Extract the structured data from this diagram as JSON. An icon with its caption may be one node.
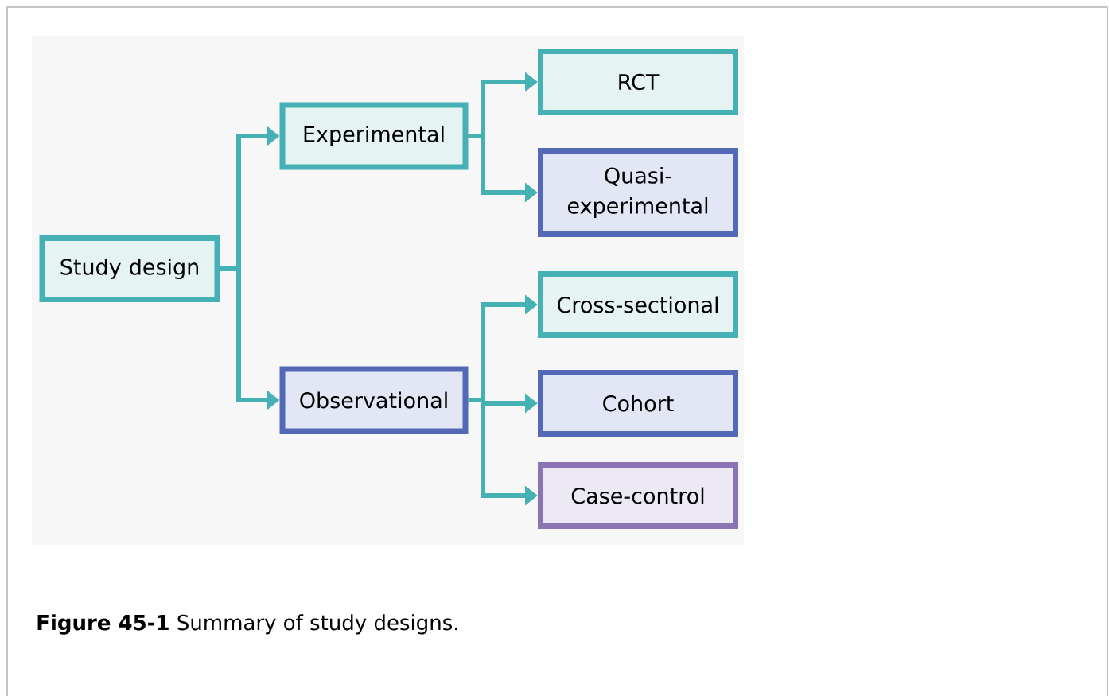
{
  "diagram": {
    "caption": "**Figure 45-1** Summary of study designs.",
    "nodes": [
      {
        "text": [
          "Study design"
        ]
      },
      {
        "text": [
          "Experimental"
        ]
      },
      {
        "text": [
          "Observational"
        ]
      },
      {
        "text": [
          "RCT"
        ]
      },
      {
        "text": [
          "Quasi-experimental"
        ]
      },
      {
        "text": [
          "Cross-sectional"
        ]
      },
      {
        "text": [
          "Cohort"
        ]
      },
      {
        "text": [
          "Case-control"
        ]
      }
    ],
    "edges": [
      {
        "from": 0,
        "to": 1,
        "arrow": "to"
      },
      {
        "from": 0,
        "to": 2,
        "arrow": "to"
      },
      {
        "from": 1,
        "to": 3,
        "arrow": "to"
      },
      {
        "from": 1,
        "to": 4,
        "arrow": "to"
      },
      {
        "from": 2,
        "to": 5,
        "arrow": "to"
      },
      {
        "from": 2,
        "to": 6,
        "arrow": "to"
      },
      {
        "from": 2,
        "to": 7,
        "arrow": "to"
      }
    ]
  }
}
